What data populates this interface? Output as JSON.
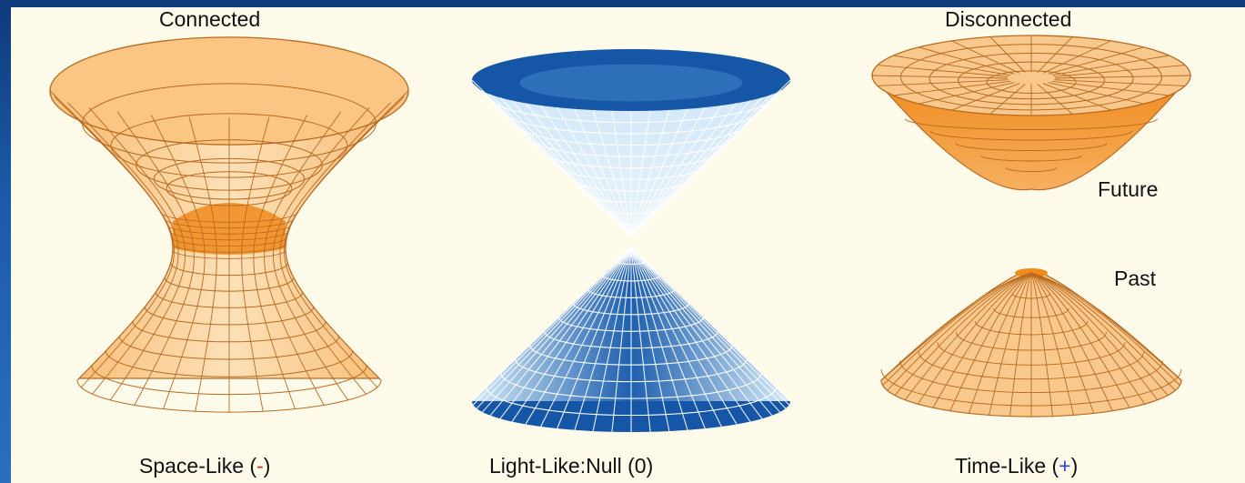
{
  "labels": {
    "connected": "Connected",
    "disconnected": "Disconnected",
    "future": "Future",
    "past": "Past",
    "space_like": "Space-Like (",
    "space_like_sign": "-",
    "light_like": "Light-Like:Null (0)",
    "time_like": "Time-Like (",
    "time_like_sign": "+",
    "close_paren": ")"
  },
  "colors": {
    "background_frame": "#1b5aa8",
    "panel": "#fefbea",
    "orange_fill": "#f9c88c",
    "orange_dark": "#f08a1c",
    "orange_line": "#b86a20",
    "blue_fill": "#dbeefb",
    "blue_dark": "#1656a6",
    "blue_line": "#ffffff",
    "negative_sign": "#c0392b",
    "positive_sign": "#2d3fd6"
  },
  "figures": [
    {
      "name": "hyperboloid-one-sheet",
      "label_ref": "space_like"
    },
    {
      "name": "light-cone",
      "label_ref": "light_like"
    },
    {
      "name": "hyperboloid-two-sheets",
      "label_ref": "time_like"
    }
  ]
}
